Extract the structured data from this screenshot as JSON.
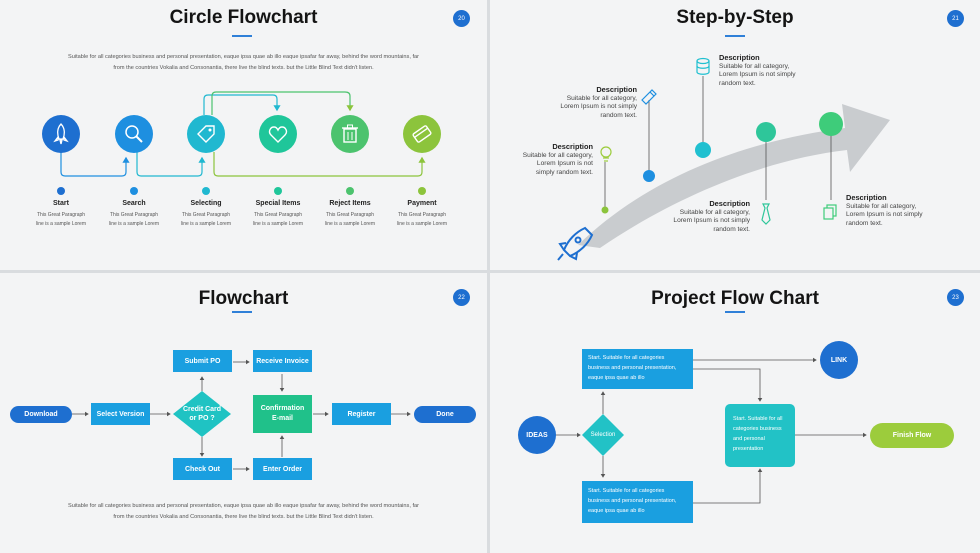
{
  "s1": {
    "title": "Circle Flowchart",
    "page": "20",
    "paragraph_line1": "Suitable for all categories business and personal presentation, eaque ipsa quae ab illo eaque ipsafar far away, behind the word mountains, far",
    "paragraph_line2": "from the countries Vokalia and Consonantia, there live the blind texts. but the Little Blind Text didn't listen.",
    "steps": [
      {
        "label": "Start",
        "icon": "rocket-icon",
        "color": "#1e6fd0",
        "text1": "This Great Paragraph",
        "text2": "line is a sample Lorem"
      },
      {
        "label": "Search",
        "icon": "search-icon",
        "color": "#1e8fe0",
        "text1": "This Great Paragraph",
        "text2": "line is a sample Lorem"
      },
      {
        "label": "Selecting",
        "icon": "tag-icon",
        "color": "#20b8d0",
        "text1": "This Great Paragraph",
        "text2": "line is a sample Lorem"
      },
      {
        "label": "Special Items",
        "icon": "heart-icon",
        "color": "#1fc69a",
        "text1": "This Great Paragraph",
        "text2": "line is a sample Lorem"
      },
      {
        "label": "Reject Items",
        "icon": "trash-icon",
        "color": "#4cc36e",
        "text1": "This Great Paragraph",
        "text2": "line is a sample Lorem"
      },
      {
        "label": "Payment",
        "icon": "card-icon",
        "color": "#8cc43c",
        "text1": "This Great Paragraph",
        "text2": "line is a sample Lorem"
      }
    ]
  },
  "s2": {
    "title": "Step-by-Step",
    "page": "21",
    "items": [
      {
        "heading": "Description",
        "l1": "Suitable for all category,",
        "l2": "Lorem Ipsum is not",
        "l3": "simply random text.",
        "icon": "lightbulb-icon"
      },
      {
        "heading": "Description",
        "l1": "Suitable for all category,",
        "l2": "Lorem Ipsum is not simply",
        "l3": "random text.",
        "icon": "pencil-icon"
      },
      {
        "heading": "Description",
        "l1": "Suitable for all category,",
        "l2": "Lorem Ipsum is not simply",
        "l3": "random text.",
        "icon": "database-icon"
      },
      {
        "heading": "Description",
        "l1": "Suitable for all category,",
        "l2": "Lorem Ipsum is not simply",
        "l3": "random text.",
        "icon": "tie-icon"
      },
      {
        "heading": "Description",
        "l1": "Suitable for all category,",
        "l2": "Lorem Ipsum is not simply",
        "l3": "random text.",
        "icon": "documents-icon"
      }
    ],
    "colors": {
      "blue": "#1e8fe0",
      "teal": "#20c0d0",
      "green": "#3ecc7a",
      "rocket": "#1e6fd0"
    }
  },
  "s3": {
    "title": "Flowchart",
    "page": "22",
    "download": "Download",
    "select_version": "Select Version",
    "credit_card_1": "Credit Card",
    "credit_card_2": "or PO ?",
    "submit_po": "Submit PO",
    "receive_invoice": "Receive Invoice",
    "confirmation_1": "Confirmation",
    "confirmation_2": "E-mail",
    "check_out": "Check Out",
    "enter_order": "Enter Order",
    "register": "Register",
    "done": "Done",
    "paragraph_line1": "Suitable for all categories business and personal presentation, eaque ipsa quae ab illo eaque ipsafar far away, behind the word mountains, far",
    "paragraph_line2": "from the countries Vokalia and Consonantia, there live the blind texts. but the Little Blind Text didn't listen.",
    "colors": {
      "blue": "#1e6fd0",
      "cyan": "#1a9fe0",
      "teal": "#1fc3c3",
      "green": "#20c18a"
    }
  },
  "s4": {
    "title": "Project Flow Chart",
    "page": "23",
    "ideas": "IDEAS",
    "selection": "Selection",
    "link": "LINK",
    "finish_flow": "Finish Flow",
    "box_top": [
      "Start. Suitable for all categories",
      "business and personal presentation,",
      "eaque ipsa quae ab illo"
    ],
    "box_bottom": [
      "Start. Suitable for all categories",
      "business and personal presentation,",
      "eaque ipsa quae ab illo"
    ],
    "box_mid": [
      "Start. Suitable for all",
      "categories business",
      "and personal",
      "presentation"
    ],
    "colors": {
      "blue": "#1e6fd0",
      "cyan": "#1a9fe0",
      "teal": "#22c2c6",
      "lime": "#9ccc3c"
    }
  }
}
